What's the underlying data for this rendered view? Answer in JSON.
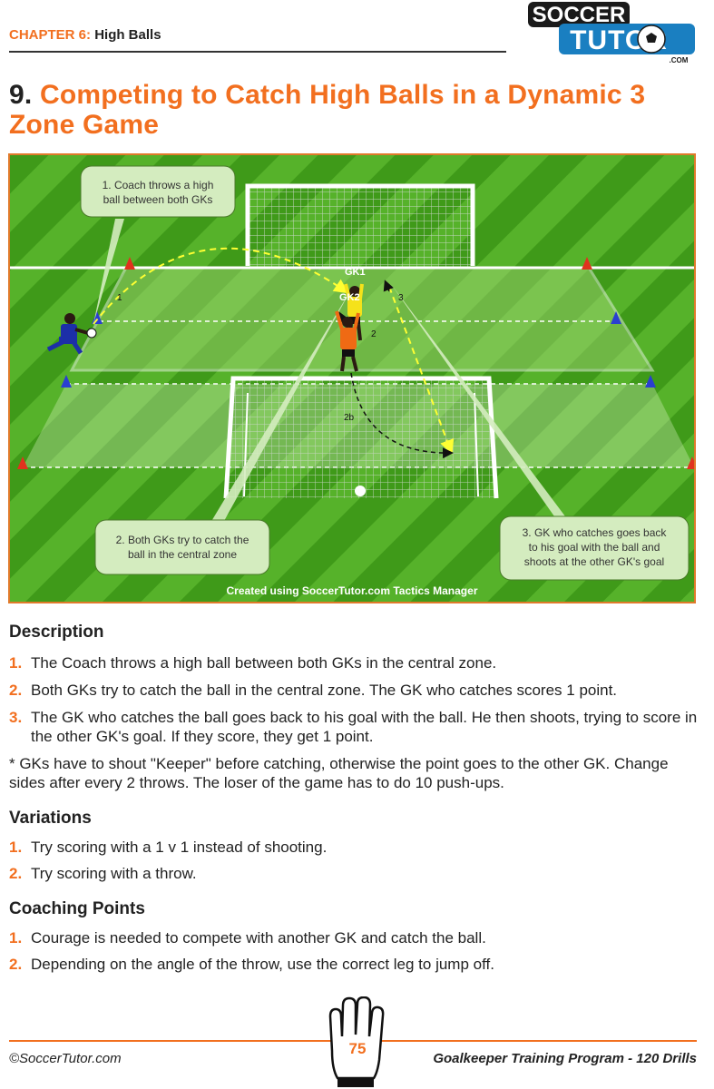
{
  "header": {
    "chapter": "CHAPTER 6:",
    "section": "High Balls"
  },
  "logo": {
    "line1": "SOCCER",
    "line2": "TUTOR",
    "line3": ".COM"
  },
  "title": {
    "number": "9.",
    "text": "Competing to Catch High Balls in a Dynamic 3 Zone Game"
  },
  "diagram": {
    "callout1": [
      "1. Coach throws a high",
      "ball between both GKs"
    ],
    "callout2": [
      "2. Both GKs try to catch the",
      "ball in the central zone"
    ],
    "callout3": [
      "3. GK who catches goes back",
      "to his goal with the ball and",
      "shoots at the other GK's goal"
    ],
    "labels": {
      "gk1": "GK1",
      "gk2": "GK2",
      "n1": "1",
      "n2": "2",
      "n3": "3",
      "n2b": "2b"
    },
    "credit": "Created using SoccerTutor.com Tactics Manager",
    "colors": {
      "grass_dark": "#3f9a19",
      "grass_light": "#57b328",
      "orange": "#f26f1f"
    }
  },
  "description": {
    "heading": "Description",
    "items": [
      {
        "n": "1.",
        "text": "The Coach throws a high ball between both GKs in the central zone."
      },
      {
        "n": "2.",
        "text": "Both GKs try to catch the ball in the central zone. The GK who catches scores 1 point."
      },
      {
        "n": "3.",
        "text": "The GK who catches the ball goes back to his goal with the ball. He then shoots, trying to score in the other GK's goal. If they score, they get 1 point."
      }
    ],
    "note": "* GKs have to shout \"Keeper\" before catching, otherwise the point goes to the other GK. Change sides after every 2 throws. The loser of the game has to do 10 push-ups."
  },
  "variations": {
    "heading": "Variations",
    "items": [
      {
        "n": "1.",
        "text": "Try scoring with a 1 v 1 instead of shooting."
      },
      {
        "n": "2.",
        "text": "Try scoring with a throw."
      }
    ]
  },
  "coaching": {
    "heading": "Coaching Points",
    "items": [
      {
        "n": "1.",
        "text": "Courage is needed to compete with another GK and catch the ball."
      },
      {
        "n": "2.",
        "text": "Depending on the angle of the throw, use the correct leg to jump off."
      }
    ]
  },
  "footer": {
    "left": "©SoccerTutor.com",
    "page": "75",
    "right": "Goalkeeper Training Program - 120 Drills"
  }
}
